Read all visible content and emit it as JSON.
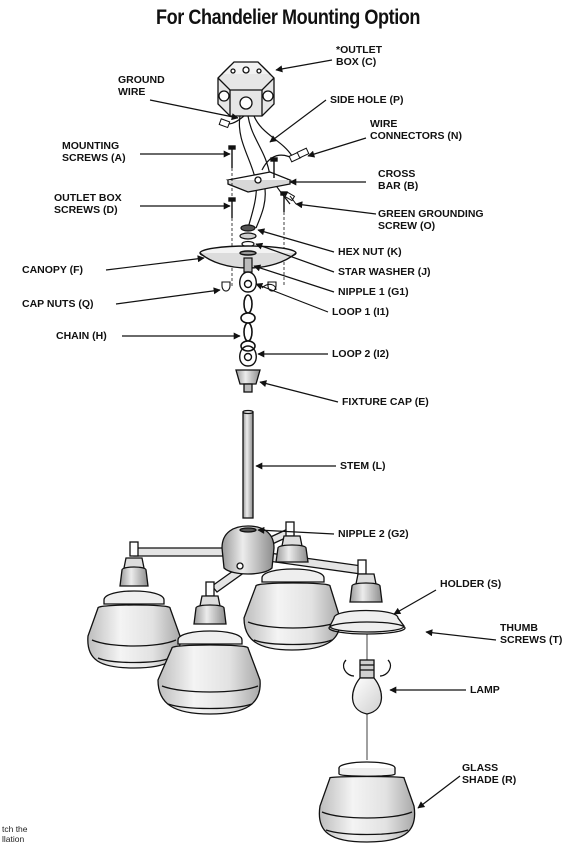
{
  "title": "For Chandelier Mounting Option",
  "labels": {
    "outlet_box": [
      "*OUTLET",
      "BOX (C)"
    ],
    "ground_wire": [
      "GROUND",
      "WIRE"
    ],
    "side_hole": [
      "SIDE HOLE (P)"
    ],
    "wire_connectors": [
      "WIRE",
      "CONNECTORS (N)"
    ],
    "mounting_screws": [
      "MOUNTING",
      "SCREWS (A)"
    ],
    "cross_bar": [
      "CROSS",
      "BAR (B)"
    ],
    "outlet_box_screws": [
      "OUTLET BOX",
      "SCREWS (D)"
    ],
    "green_grounding_screw": [
      "GREEN GROUNDING",
      "SCREW (O)"
    ],
    "hex_nut": [
      "HEX NUT (K)"
    ],
    "canopy": [
      "CANOPY (F)"
    ],
    "star_washer": [
      "STAR WASHER (J)"
    ],
    "nipple_1": [
      "NIPPLE 1 (G1)"
    ],
    "cap_nuts": [
      "CAP NUTS (Q)"
    ],
    "loop_1": [
      "LOOP 1 (I1)"
    ],
    "chain": [
      "CHAIN (H)"
    ],
    "loop_2": [
      "LOOP 2 (I2)"
    ],
    "fixture_cap": [
      "FIXTURE CAP (E)"
    ],
    "stem": [
      "STEM (L)"
    ],
    "nipple_2": [
      "NIPPLE 2 (G2)"
    ],
    "holder": [
      "HOLDER (S)"
    ],
    "thumb_screws": [
      "THUMB",
      "SCREWS (T)"
    ],
    "lamp": [
      "LAMP"
    ],
    "glass_shade": [
      "GLASS",
      "SHADE (R)"
    ]
  },
  "footnote_fragments": [
    "tch the",
    "llation"
  ]
}
